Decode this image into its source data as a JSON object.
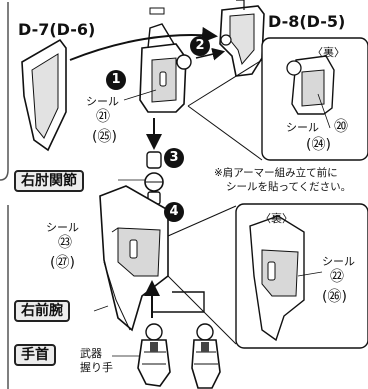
{
  "parts": {
    "d7": "D-7(D-6)",
    "d8": "D-8(D-5)"
  },
  "tags": {
    "elbow": "右肘関節",
    "forearm": "右前腕",
    "wrist": "手首"
  },
  "steps": [
    "1",
    "2",
    "3",
    "4"
  ],
  "seals": {
    "shoulder_front": {
      "word": "シール",
      "num": "㉑",
      "alt": "(㉕)"
    },
    "shoulder_back": {
      "word": "シール",
      "num": "⑳",
      "alt": "(㉔)"
    },
    "forearm_front": {
      "word": "シール",
      "num": "㉓",
      "alt": "(㉗)"
    },
    "forearm_back": {
      "word": "シール",
      "num": "㉒",
      "alt": "(㉖)"
    }
  },
  "back_label": "〈裏〉",
  "note": {
    "line1": "※肩アーマー組み立て前に",
    "line2": "シールを貼ってください。"
  },
  "hand": {
    "line1": "武器",
    "line2": "握り手"
  },
  "colors": {
    "ink": "#111111",
    "body": "#ffffff",
    "shade": "#d9d9d9",
    "tag_bg": "#ececec"
  }
}
